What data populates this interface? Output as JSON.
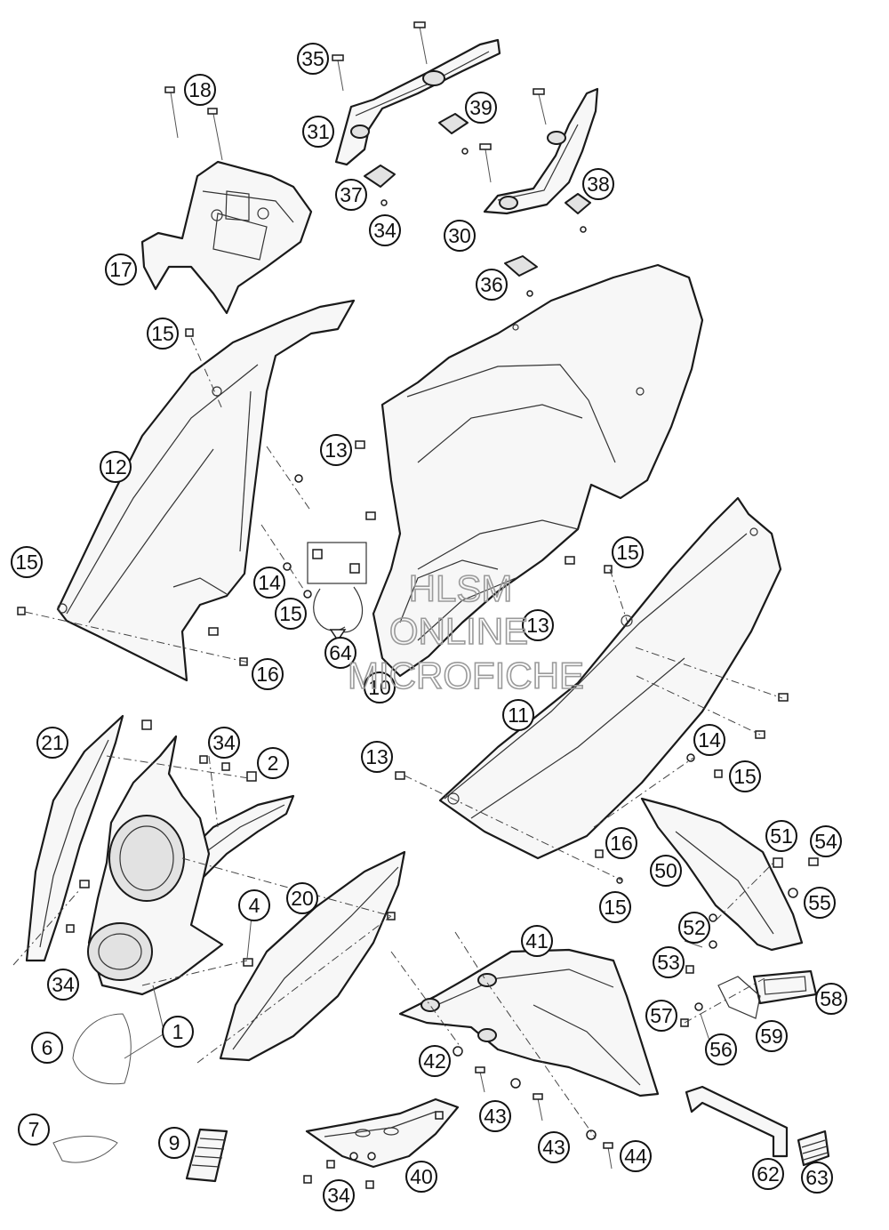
{
  "watermark": {
    "lines": [
      "HLSM",
      "ONLINE",
      "MICROFICHE"
    ]
  },
  "callouts": [
    {
      "id": "c35",
      "label": "35"
    },
    {
      "id": "c18",
      "label": "18"
    },
    {
      "id": "c31",
      "label": "31"
    },
    {
      "id": "c39",
      "label": "39"
    },
    {
      "id": "c37",
      "label": "37"
    },
    {
      "id": "c38",
      "label": "38"
    },
    {
      "id": "c34a",
      "label": "34"
    },
    {
      "id": "c30",
      "label": "30"
    },
    {
      "id": "c17",
      "label": "17"
    },
    {
      "id": "c36",
      "label": "36"
    },
    {
      "id": "c15a",
      "label": "15"
    },
    {
      "id": "c12",
      "label": "12"
    },
    {
      "id": "c13a",
      "label": "13"
    },
    {
      "id": "c15b",
      "label": "15"
    },
    {
      "id": "c14a",
      "label": "14"
    },
    {
      "id": "c15c",
      "label": "15"
    },
    {
      "id": "c15d",
      "label": "15"
    },
    {
      "id": "c13b",
      "label": "13"
    },
    {
      "id": "c64",
      "label": "64"
    },
    {
      "id": "c16a",
      "label": "16"
    },
    {
      "id": "c10",
      "label": "10"
    },
    {
      "id": "c11",
      "label": "11"
    },
    {
      "id": "c21",
      "label": "21"
    },
    {
      "id": "c34b",
      "label": "34"
    },
    {
      "id": "c2",
      "label": "2"
    },
    {
      "id": "c13c",
      "label": "13"
    },
    {
      "id": "c14b",
      "label": "14"
    },
    {
      "id": "c15e",
      "label": "15"
    },
    {
      "id": "c16b",
      "label": "16"
    },
    {
      "id": "c51",
      "label": "51"
    },
    {
      "id": "c54",
      "label": "54"
    },
    {
      "id": "c50",
      "label": "50"
    },
    {
      "id": "c20",
      "label": "20"
    },
    {
      "id": "c4",
      "label": "4"
    },
    {
      "id": "c15f",
      "label": "15"
    },
    {
      "id": "c55",
      "label": "55"
    },
    {
      "id": "c52",
      "label": "52"
    },
    {
      "id": "c41",
      "label": "41"
    },
    {
      "id": "c34c",
      "label": "34"
    },
    {
      "id": "c53",
      "label": "53"
    },
    {
      "id": "c58",
      "label": "58"
    },
    {
      "id": "c57",
      "label": "57"
    },
    {
      "id": "c6",
      "label": "6"
    },
    {
      "id": "c1",
      "label": "1"
    },
    {
      "id": "c56",
      "label": "56"
    },
    {
      "id": "c59",
      "label": "59"
    },
    {
      "id": "c42",
      "label": "42"
    },
    {
      "id": "c43a",
      "label": "43"
    },
    {
      "id": "c7",
      "label": "7"
    },
    {
      "id": "c9",
      "label": "9"
    },
    {
      "id": "c43b",
      "label": "43"
    },
    {
      "id": "c44",
      "label": "44"
    },
    {
      "id": "c40",
      "label": "40"
    },
    {
      "id": "c62",
      "label": "62"
    },
    {
      "id": "c63",
      "label": "63"
    },
    {
      "id": "c34d",
      "label": "34"
    }
  ]
}
